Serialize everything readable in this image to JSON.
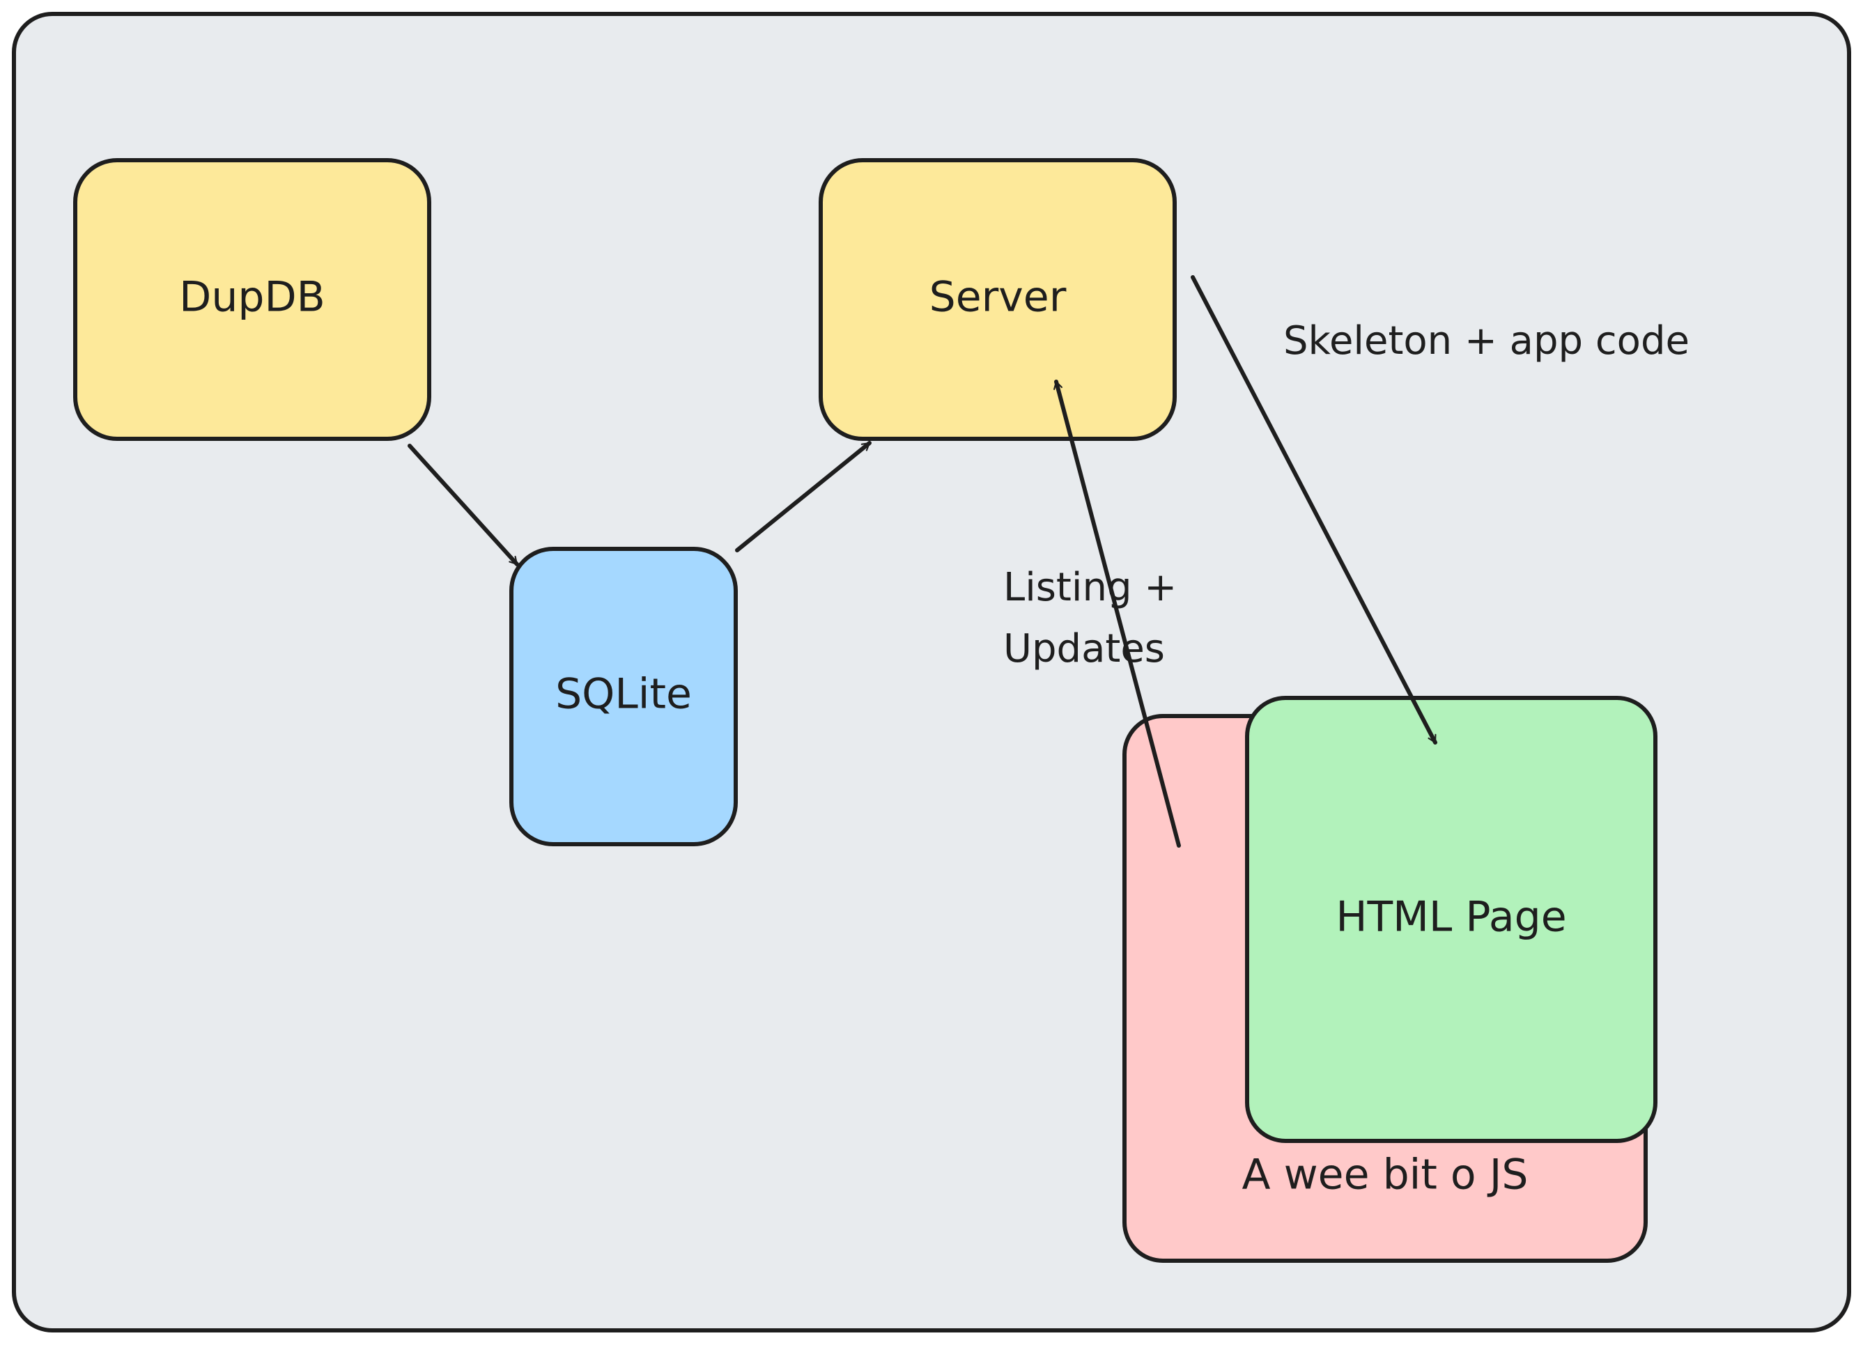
{
  "colors": {
    "canvas_bg": "#e8ebee",
    "stroke": "#1e1e1e",
    "yellow": "#fde99a",
    "blue": "#a5d8ff",
    "green": "#b2f2bb",
    "red": "#ffc9c9"
  },
  "nodes": {
    "dupdb": {
      "label": "DupDB"
    },
    "sqlite": {
      "label": "SQLite"
    },
    "server": {
      "label": "Server"
    },
    "js_box": {
      "label": "A wee bit o JS"
    },
    "html_page": {
      "label": "HTML Page"
    }
  },
  "edges": {
    "skeleton": {
      "label": "Skeleton + app code"
    },
    "listing": {
      "line1": "Listing +",
      "line2": "Updates"
    }
  }
}
